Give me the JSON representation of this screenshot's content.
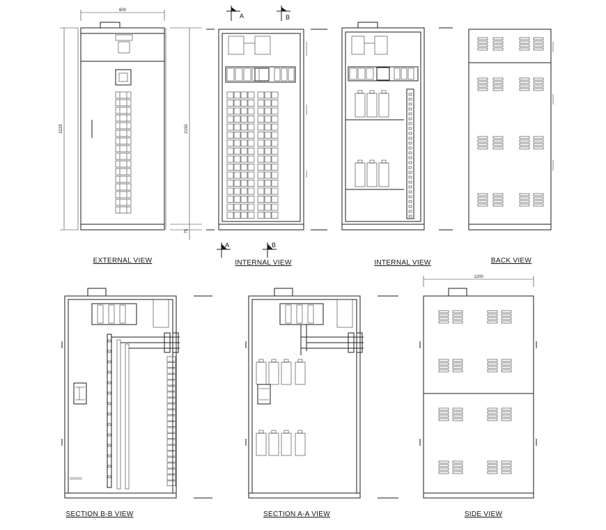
{
  "views": {
    "external": "EXTERNAL VIEW",
    "internal_1": "INTERNAL VIEW",
    "internal_2": "INTERNAL VIEW",
    "back": "BACK VIEW",
    "section_bb": "SECTION B-B VIEW",
    "section_aa": "SECTION A-A VIEW",
    "side": "SIDE VIEW"
  },
  "dimensions": {
    "width_front": "600",
    "height_total": "2225",
    "height_body": "2150",
    "plinth": "75",
    "width_side": "1200"
  },
  "section_markers": {
    "a_top": "A",
    "b_top": "B",
    "a_bottom": "A",
    "b_bottom": "B"
  }
}
